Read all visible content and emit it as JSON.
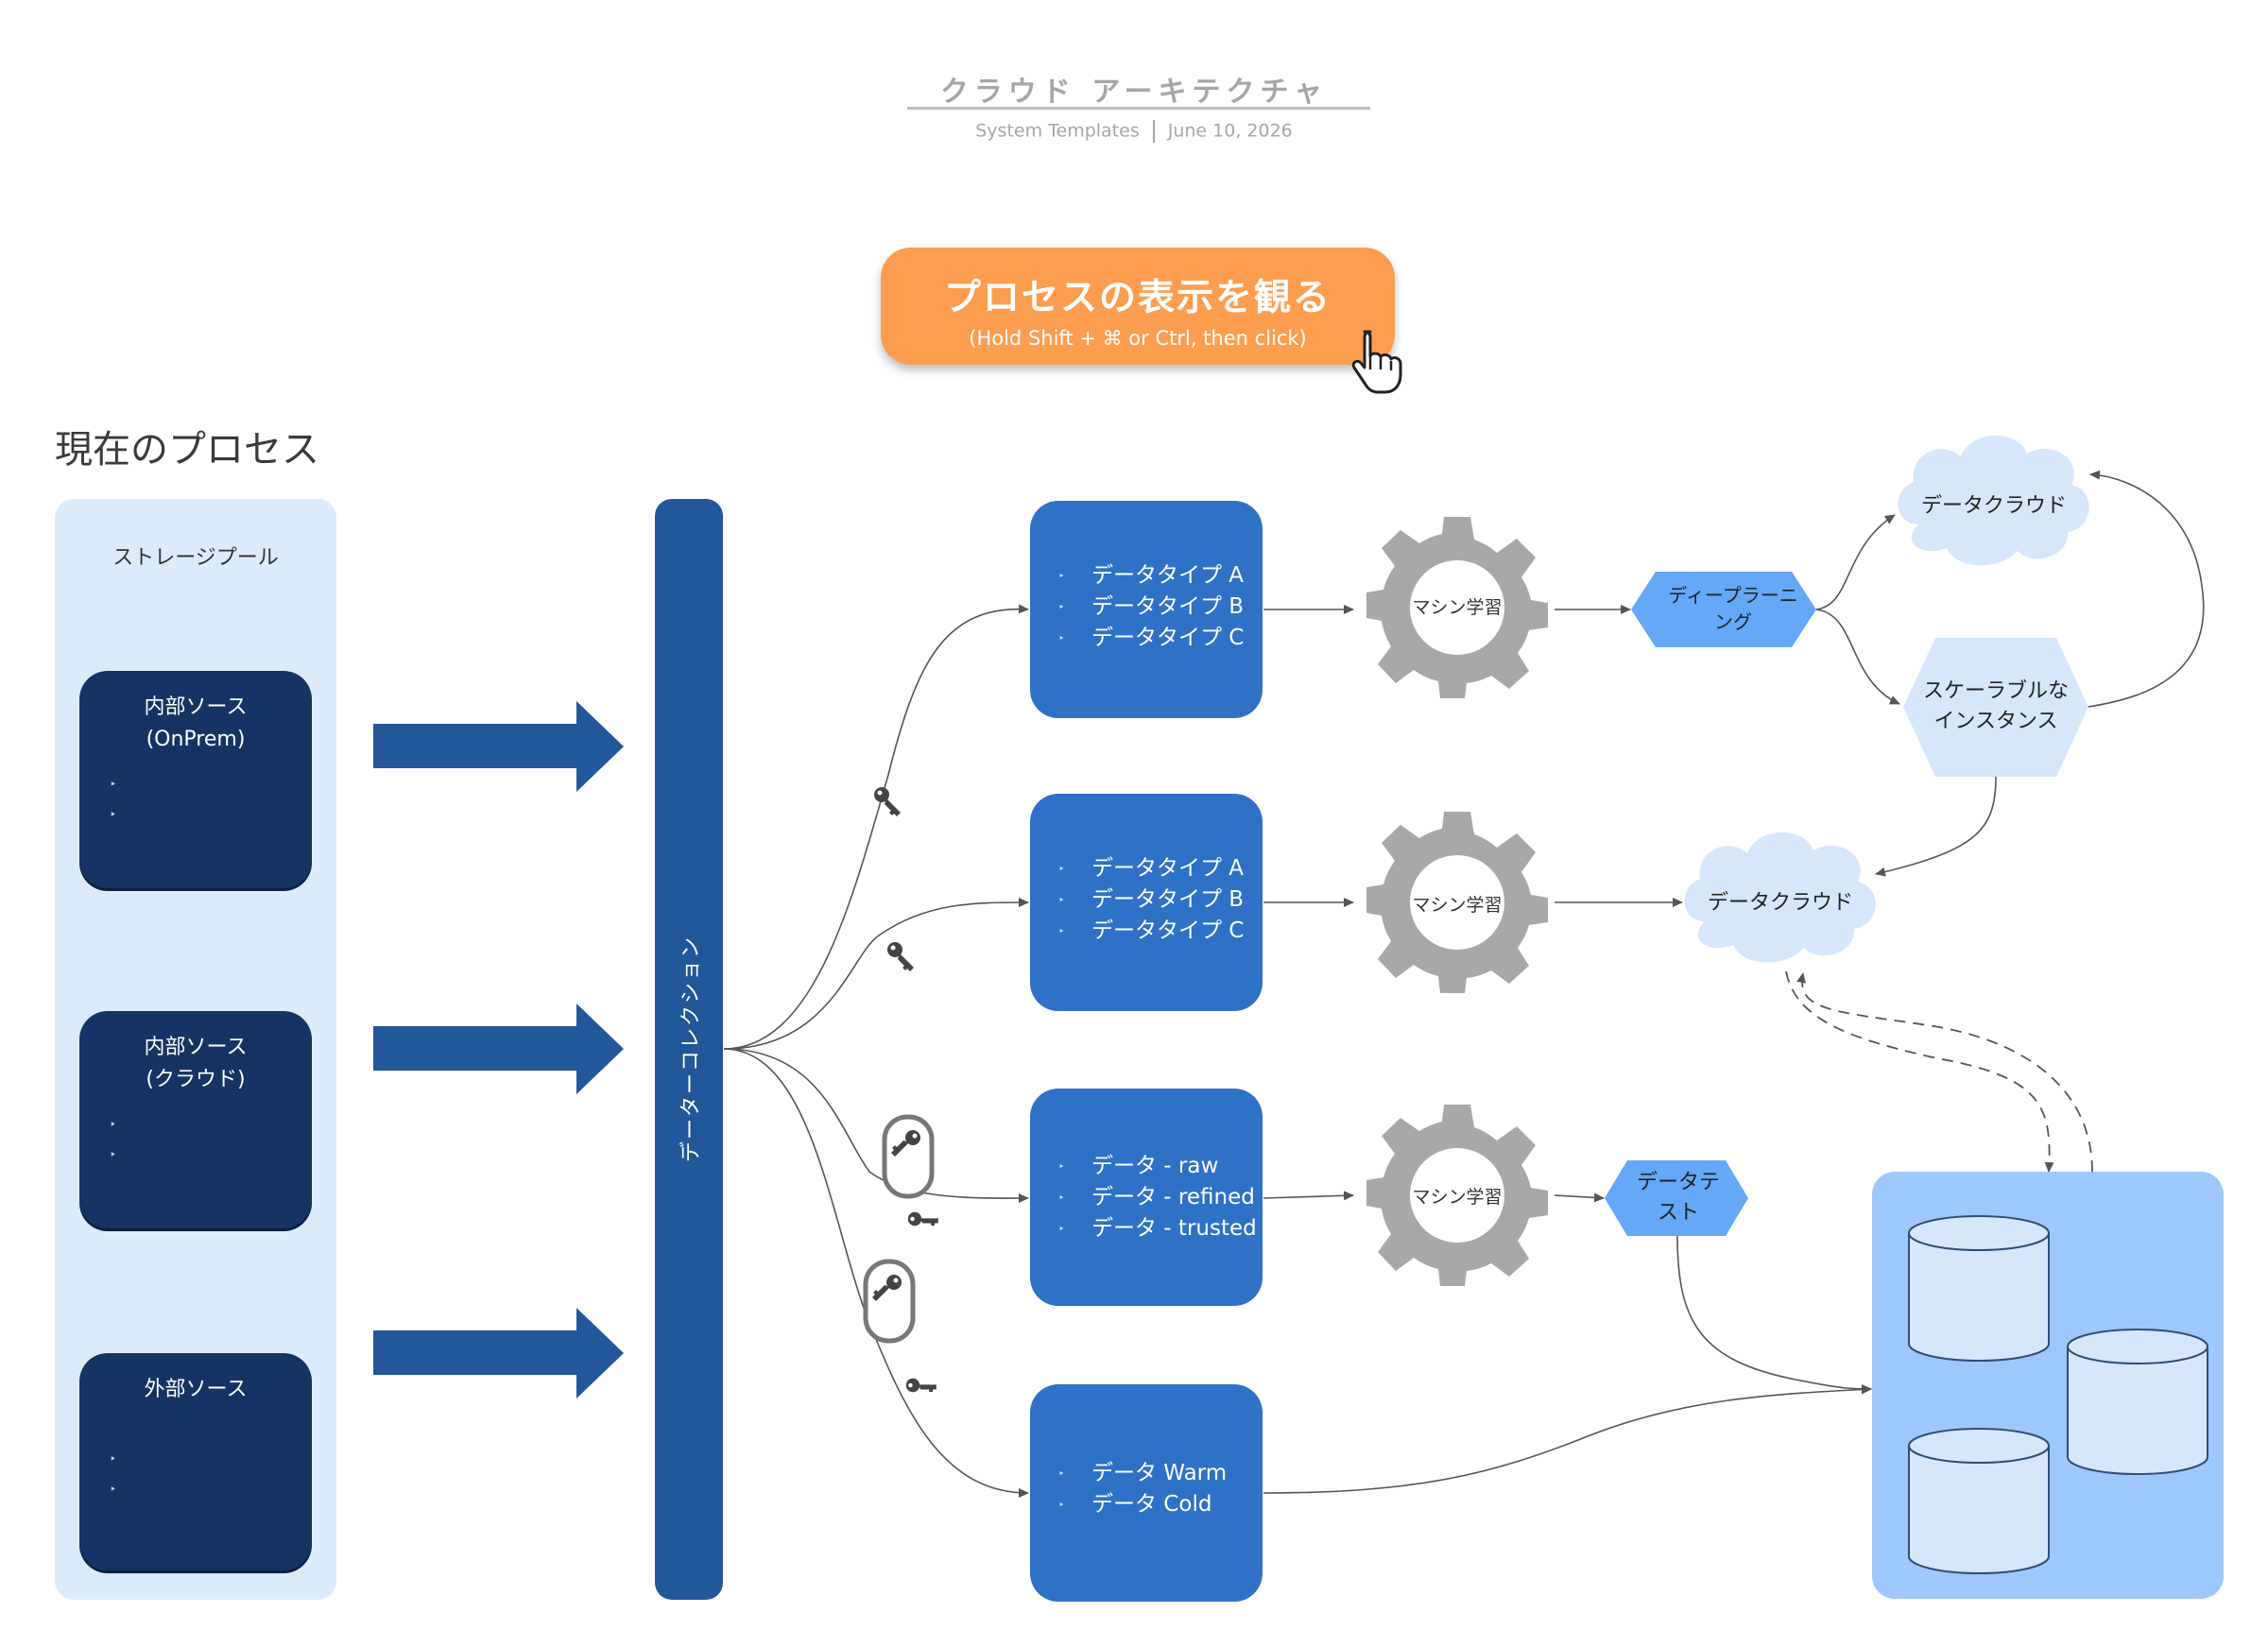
{
  "header": {
    "title": "クラウド アーキテクチャ",
    "source": "System Templates",
    "date": "June 10, 2026"
  },
  "play_button": {
    "label": "プロセスの表示を観る",
    "hint": "(Hold Shift + ⌘ or Ctrl, then click)"
  },
  "section_title": "現在のプロセス",
  "storage_pool": {
    "title": "ストレージプール",
    "sources": [
      {
        "title": "内部ソース\n(OnPrem)"
      },
      {
        "title": "内部ソース\n(クラウド)"
      },
      {
        "title": "外部ソース"
      }
    ]
  },
  "collector": {
    "label": "データーコレクション"
  },
  "data_boxes": [
    {
      "items": [
        "データタイプ A",
        "データタイプ B",
        "データタイプ C"
      ]
    },
    {
      "items": [
        "データタイプ A",
        "データタイプ B",
        "データタイプ C"
      ]
    },
    {
      "items": [
        "データ - raw",
        "データ - refined",
        "データ - trusted"
      ]
    },
    {
      "items": [
        "データ Warm",
        "データ Cold"
      ]
    }
  ],
  "processors": [
    "マシン学習",
    "マシン学習",
    "マシン学習"
  ],
  "nodes": {
    "deep_learning": "ディープラーニ\nング",
    "data_cloud_top": "データクラウド",
    "scalable": "スケーラブルな\nインスタンス",
    "data_cloud_mid": "データクラウド",
    "data_test": "データテ\nスト"
  },
  "bullet_glyph": "‣",
  "colors": {
    "source_box": "#153463",
    "data_box": "#2e71c7",
    "collector": "#22579a",
    "arrow": "#22579a",
    "pool": "#dcebfc",
    "button": "#fd9d4f",
    "gear": "#a8a8a8",
    "hexagon_dark": "#64a8f7",
    "hexagon_light": "#d6e7fc",
    "repository": "#9ec8fb"
  }
}
